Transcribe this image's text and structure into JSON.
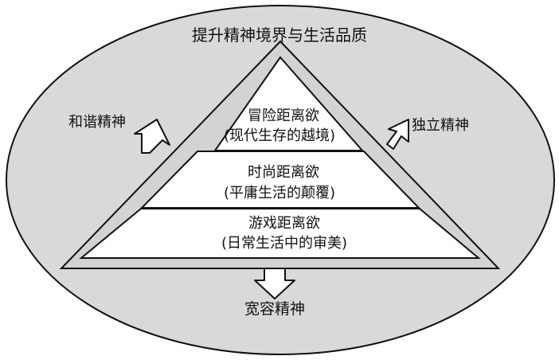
{
  "diagram": {
    "title": "提升精神境界与生活品质",
    "left_label": "和谐精神",
    "right_label": "独立精神",
    "bottom_label": "宽容精神",
    "tiers": [
      {
        "title": "冒险距离欲",
        "subtitle": "(现代生存的越境)"
      },
      {
        "title": "时尚距离欲",
        "subtitle": "(平庸生活的颠覆)"
      },
      {
        "title": "游戏距离欲",
        "subtitle": "(日常生活中的审美)"
      }
    ],
    "colors": {
      "ellipse_fill": "#d9d9d9",
      "pyramid_fill": "#d3d3d3",
      "tier_fill": "#ffffff",
      "stroke": "#111111"
    }
  }
}
